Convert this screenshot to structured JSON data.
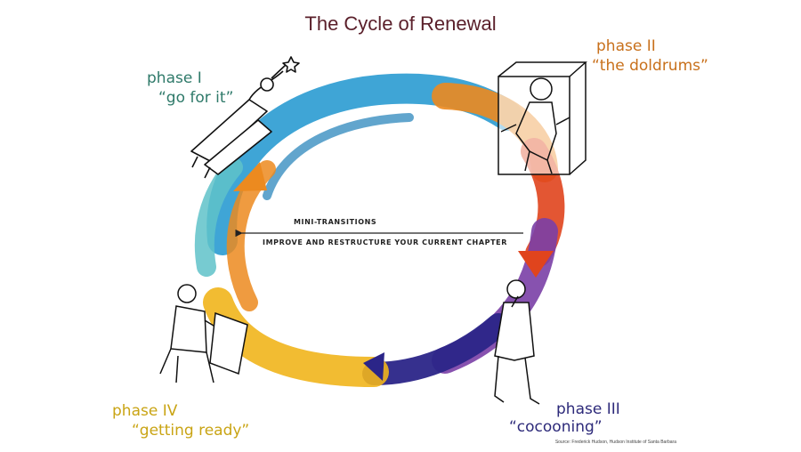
{
  "title": "The Cycle of Renewal",
  "phases": [
    {
      "name": "phase I",
      "subtitle": "“go for it”",
      "color": "#2f7a6a"
    },
    {
      "name": "phase II",
      "subtitle": "“the doldrums”",
      "color": "#c8701b"
    },
    {
      "name": "phase III",
      "subtitle": "“cocooning”",
      "color": "#2d2a7a"
    },
    {
      "name": "phase IV",
      "subtitle": "“getting ready”",
      "color": "#c9a414"
    }
  ],
  "mini_transitions": {
    "heading": "MINI-TRANSITIONS",
    "description": "IMPROVE AND RESTRUCTURE YOUR CURRENT CHAPTER"
  },
  "source": "Source: Frederick Hudson, Hudson Institute of Santa Barbara",
  "palette": {
    "blue": "#2a9bd1",
    "teal": "#5fc2c9",
    "orange": "#ec8a1f",
    "red": "#e0441d",
    "purple": "#7a3fa6",
    "indigo": "#2b2588",
    "yellow": "#f1b51c"
  },
  "illustrations": [
    "flying-figure-star-icon",
    "figure-in-box-icon",
    "thinking-man-icon",
    "seated-figure-easel-icon"
  ]
}
